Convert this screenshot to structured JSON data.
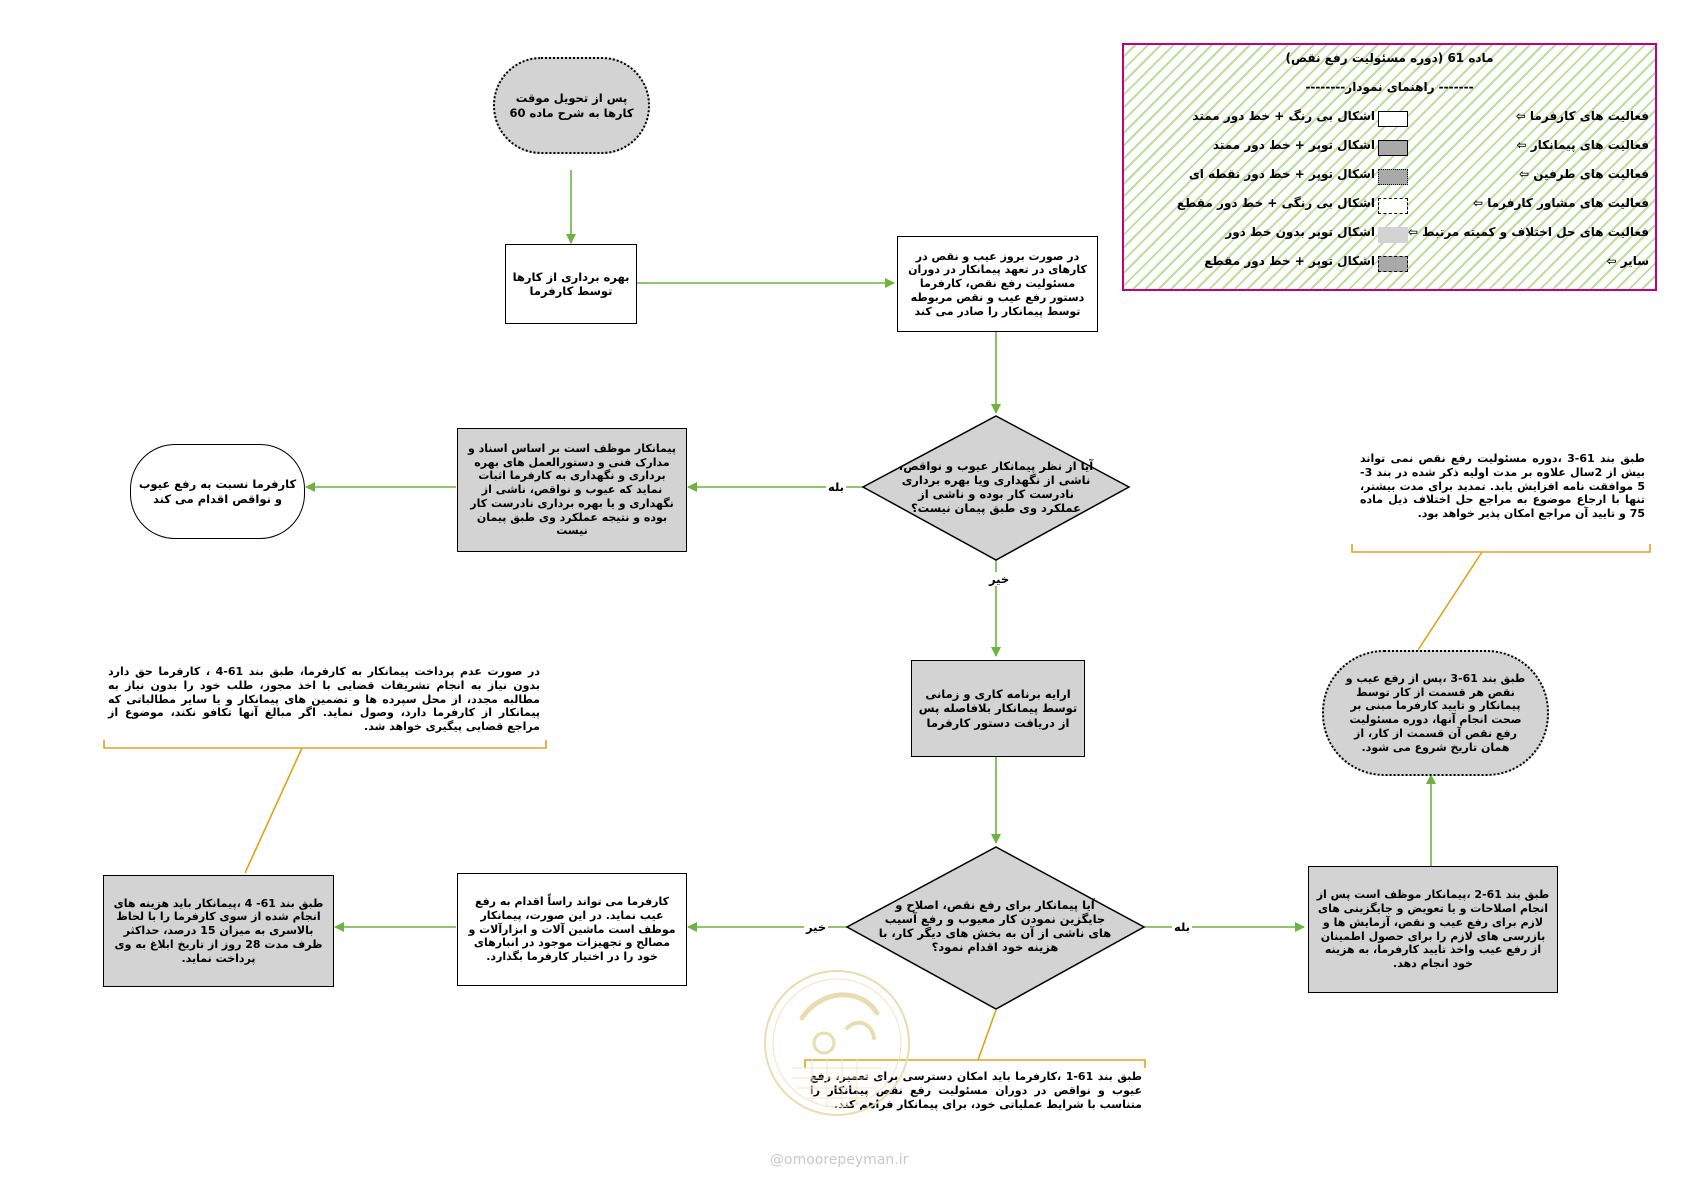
{
  "nodes": {
    "start": "پس از تحویل موقت کارها به شرح ماده 60",
    "utilization": "بهره برداری از کارها توسط کارفرما",
    "defect_notice": "در صورت بروز عیب و نقص در کارهای در تعهد پیمانکار در دوران مسئولیت رفع نقص، کارفرما دستور رفع عیب و نقص مربوطه توسط پیمانکار را صادر می کند",
    "decision1": "آیا از نظر پیمانکار عیوب و نواقص، ناشی از نگهداری ویا بهره برداری نادرست کار بوده و ناشی از عملکرد وی طبق پیمان نیست؟",
    "contractor_prove": "پیمانکار موظف است بر اساس اسناد و مدارک فنی و دستورالعمل های بهره برداری و نگهداری به کارفرما اثبات نماید که عیوب و نواقص، ناشی از نگهداری و یا بهره برداری نادرست کار بوده و نتیجه عملکرد وی طبق پیمان نیست",
    "employer_fix": "کارفرما نسبت به رفع عیوب و نواقص اقدام می کند",
    "program": "ارایه برنامه کاری و زمانی توسط پیمانکار بلافاصله پس از دریافت دستور کارفرما",
    "decision2": "آیا پیمانکار برای رفع نقص، اصلاح و جایگزین نمودن کار معیوب و رفع آسیب های ناشی از آن به بخش های دیگر کار، با هزینه خود اقدام نمود؟",
    "employer_direct": "کارفرما می تواند راساً اقدام به رفع عیب نماید. در این صورت، پیمانکار موظف است ماشین آلات و ابزارآلات و مصالح و تجهیزات موجود در انبارهای خود را در اختیار کارفرما بگذارد.",
    "cost_61_4": "طبق بند 61- 4 ،پیمانکار باید هزینه های انجام شده از سوی کارفرما را با لحاظ بالاسری به میزان 15 درصد، حداکثر ظرف مدت 28 روز از تاریخ ابلاغ به وی پرداخت نماید.",
    "contractor_61_2": "طبق بند 61-2 ،پیمانکار موظف است پس از انجام اصلاحات و یا تعویض و جایگزینی های لازم برای رفع عیب و نقص، آزمایش ها و بازرسی های لازم را برای حصول اطمینان از رفع عیب واخذ تایید کارفرما، به هزینه خود انجام دهد.",
    "end_61_3": "طبق بند 61-3 ،پس از رفع عیب و نقص هر قسمت از کار توسط پیمانکار و تایید کارفرما مبنی بر صحت انجام آنها، دوره مسئولیت رفع نقص آن قسمت از کار، از همان تاریخ شروع می شود."
  },
  "edge_labels": {
    "d1_yes": "بله",
    "d1_no": "خیر",
    "d2_no": "خیر",
    "d2_yes": "بله"
  },
  "notes": {
    "note_61_3_extension": "طبق بند 61-3 ،دوره مسئولیت رفع نقص نمی تواند بیش از 2سال علاوه بر مدت اولیه ذکر شده در بند 3-5 موافقت نامه افزایش یابد. تمدید برای مدت بیشتر، تنها با ارجاع موضوع به مراجع حل اختلاف ذیل ماده 75 و تایید آن مراجع امکان پذیر خواهد بود.",
    "note_61_4_nonpayment": "در صورت عدم پرداخت پیمانکار به کارفرما، طبق بند 61-4 ، کارفرما حق دارد بدون نیاز به انجام تشریفات قضایی با اخذ مجوز، طلب خود را بدون نیاز به مطالبه مجدد، از محل سپرده ها و تضمین های پیمانکار و یا سایر مطالباتی که پیمانکار از کارفرما دارد، وصول نماید. اگر مبالغ آنها تکافو نکند، موضوع از مراجع قضایی پیگیری خواهد شد.",
    "note_61_1_access": "طبق بند 61-1 ،کارفرما باید امکان دسترسی برای تعمیر، رفع عیوب و نواقص در دوران مسئولیت رفع نقص پیمانکار را متناسب با شرایط عملیاتی خود، برای پیمانکار فراهم کند."
  },
  "legend": {
    "title": "ماده 61 (دوره مسئولیت رفع نقص)",
    "subtitle": "------- راهنمای نمودار--------",
    "rows": [
      {
        "activity": "فعالیت های کارفرما ⇦",
        "shape": "اشکال بی رنگ + خط دور ممتد",
        "swatch": "white-solid"
      },
      {
        "activity": "فعالیت های پیمانکار ⇦",
        "shape": "اشکال توپر + خط دور ممتد",
        "swatch": "gray-solid"
      },
      {
        "activity": "فعالیت های طرفین ⇦",
        "shape": "اشکال توپر + خط دور نقطه ای",
        "swatch": "gray-dotted"
      },
      {
        "activity": "فعالیت های مشاور کارفرما ⇦",
        "shape": "اشکال بی رنگی + خط دور مقطع",
        "swatch": "white-dashed"
      },
      {
        "activity": "فعالیت های حل اختلاف و کمیته مرتبط ⇦",
        "shape": "اشکال توپر بدون خط دور",
        "swatch": "gray-none"
      },
      {
        "activity": "سایر ⇦",
        "shape": "اشکال توپر + خط دور مقطع",
        "swatch": "gray-dashed"
      }
    ]
  },
  "watermark": {
    "url": "@omoorepeyman.ir"
  },
  "colors": {
    "flow_arrow": "#6db33f",
    "note_line": "#e0a21b",
    "legend_border": "#c0007f",
    "fill_gray": "#d3d3d3"
  }
}
